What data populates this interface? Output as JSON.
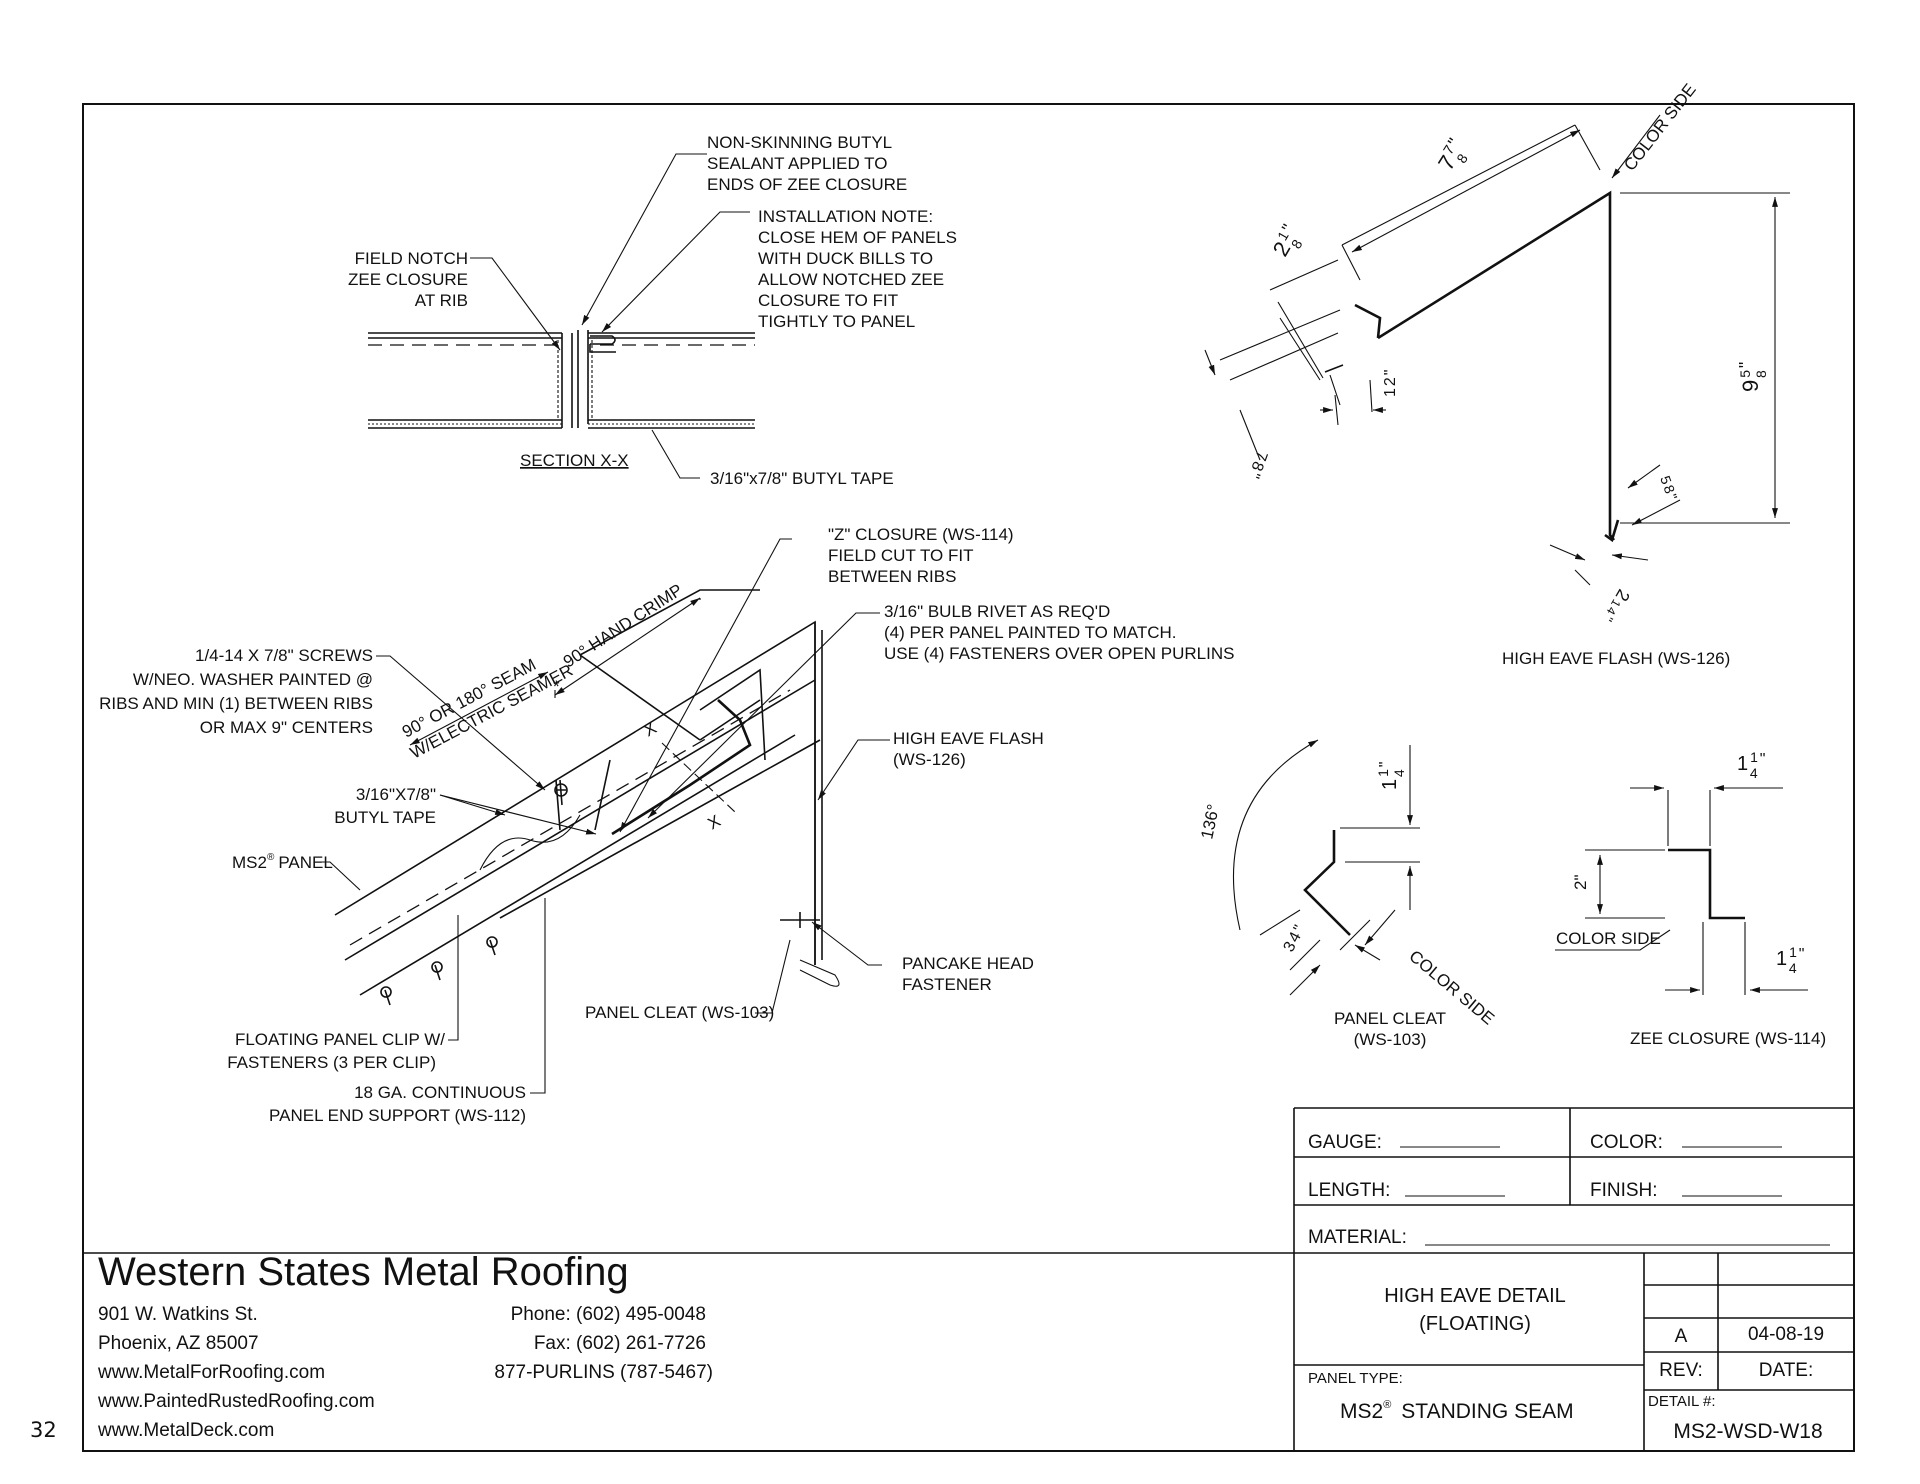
{
  "page_number": "32",
  "section_detail": {
    "callouts": {
      "non_skinning": [
        "NON-SKINNING BUTYL",
        "SEALANT APPLIED TO",
        "ENDS OF ZEE CLOSURE"
      ],
      "installation_note": [
        "INSTALLATION NOTE:",
        "CLOSE HEM OF PANELS",
        "WITH DUCK BILLS TO",
        "ALLOW NOTCHED ZEE",
        "CLOSURE TO FIT",
        "TIGHTLY TO PANEL"
      ],
      "field_notch": [
        "FIELD NOTCH",
        "ZEE CLOSURE",
        "AT RIB"
      ],
      "section_title": "SECTION X-X",
      "butyl_tape": "3/16\"x7/8\" BUTYL TAPE"
    }
  },
  "main_detail": {
    "callouts": {
      "z_closure": [
        "\"Z\" CLOSURE (WS-114)",
        "FIELD CUT TO FIT",
        "BETWEEN RIBS"
      ],
      "bulb_rivet": [
        "3/16\" BULB RIVET AS REQ'D",
        "(4) PER PANEL PAINTED TO MATCH.",
        "USE (4) FASTENERS OVER OPEN PURLINS"
      ],
      "screws": [
        "1/4-14 X 7/8\" SCREWS",
        "W/NEO. WASHER PAINTED @",
        "RIBS AND MIN (1) BETWEEN RIBS",
        "OR MAX 9\" CENTERS"
      ],
      "butyl_tape": [
        "3/16\"X7/8\"",
        "BUTYL TAPE"
      ],
      "ms2_panel": "PANEL",
      "ms2_prefix": "MS2",
      "registered": "®",
      "hand_crimp": "90° HAND CRIMP",
      "seam": [
        "90° OR 180° SEAM",
        "W/ELECTRIC SEAMER"
      ],
      "asterisk": "*",
      "x_mark": "X",
      "high_eave_flash": [
        "HIGH EAVE FLASH",
        "(WS-126)"
      ],
      "pancake": [
        "PANCAKE HEAD",
        "FASTENER"
      ],
      "panel_cleat": "PANEL CLEAT (WS-103)",
      "floating_clip": [
        "FLOATING PANEL CLIP W/",
        "FASTENERS (3 PER CLIP)"
      ],
      "end_support": [
        "18 GA. CONTINUOUS",
        "PANEL END SUPPORT (WS-112)"
      ]
    }
  },
  "high_eave_flash_detail": {
    "color_side": "COLOR SIDE",
    "dims": {
      "top": "7",
      "top_frac": [
        "7",
        "8"
      ],
      "left_a": "2",
      "left_a_frac": [
        "1",
        "8"
      ],
      "hem": [
        "1",
        "2"
      ],
      "bottom_left": [
        "7",
        "8"
      ],
      "right": "9",
      "right_frac": [
        "5",
        "8"
      ],
      "small": [
        "5",
        "8"
      ],
      "bottom": "2",
      "bottom_frac": [
        "1",
        "4"
      ],
      "inch": "\""
    },
    "caption": "HIGH EAVE FLASH (WS-126)"
  },
  "panel_cleat_detail": {
    "angle": "136°",
    "dim_top": [
      "1",
      "1",
      "4"
    ],
    "dim_bottom": [
      "3",
      "4"
    ],
    "inch": "\"",
    "color_side": "COLOR SIDE",
    "caption": [
      "PANEL CLEAT",
      "(WS-103)"
    ]
  },
  "zee_closure_detail": {
    "dim_top": [
      "1",
      "1",
      "4"
    ],
    "dim_mid": "2\"",
    "dim_bottom": [
      "1",
      "1",
      "4"
    ],
    "inch": "\"",
    "color_side": "COLOR SIDE",
    "caption": "ZEE CLOSURE (WS-114)"
  },
  "title_block": {
    "gauge": "GAUGE:",
    "color": "COLOR:",
    "length": "LENGTH:",
    "finish": "FINISH:",
    "material": "MATERIAL:",
    "company": "Western States Metal Roofing",
    "address": [
      "901 W. Watkins St.",
      "Phoenix, AZ 85007",
      "www.MetalForRoofing.com",
      "www.PaintedRustedRoofing.com",
      "www.MetalDeck.com"
    ],
    "phone": "Phone: (602) 495-0048",
    "fax": "Fax: (602) 261-7726",
    "purlins": "877-PURLINS (787-5467)",
    "detail_title": [
      "HIGH EAVE DETAIL",
      "(FLOATING)"
    ],
    "panel_type_label": "PANEL TYPE:",
    "panel_type": "STANDING SEAM",
    "panel_prefix": "MS2",
    "registered": "®",
    "rev_value": "A",
    "date_value": "04-08-19",
    "rev_label": "REV:",
    "date_label": "DATE:",
    "detail_label": "DETAIL #:",
    "detail_number": "MS2-WSD-W18"
  }
}
